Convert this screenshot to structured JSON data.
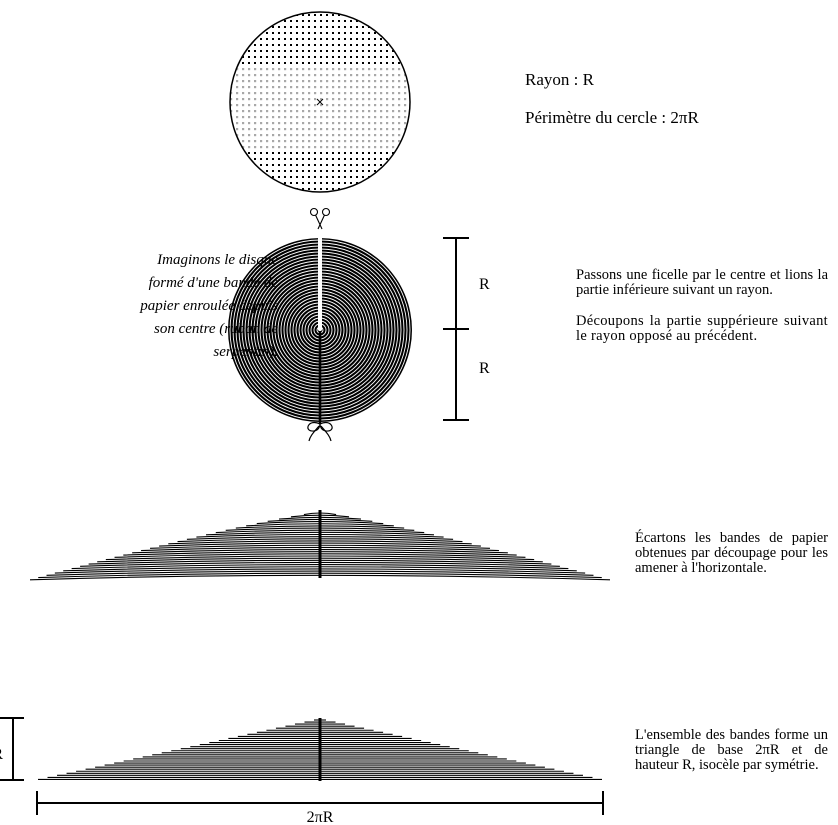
{
  "circle_info": {
    "radius_label": "Rayon : R",
    "perimeter_label": "Périmètre du cercle : 2πR"
  },
  "disk_intro": {
    "text": "Imaginons le disque formé d'une bande de papier enroulée depuis son centre (ruban de serpentin)."
  },
  "disk_dimensions": {
    "upper_label": "R",
    "lower_label": "R"
  },
  "steps": {
    "string": "Passons une ficelle par le centre et lions la partie inférieure suivant un rayon.",
    "cut": "Découpons la partie suppérieure suivant le rayon opposé au précédent.",
    "spread": "Écartons les bandes de papier obtenues par découpage pour les amener à l'horizontale.",
    "triangle": "L'ensemble des bandes forme un triangle de base 2πR et de hauteur R, isocèle par symétrie."
  },
  "triangle_dimensions": {
    "height_label": "R",
    "base_label": "2πR"
  },
  "icons": {
    "scissors": "scissors-icon",
    "knot": "knot-icon",
    "center": "center-cross-icon"
  },
  "colors": {
    "ink": "#000000",
    "dot_fill": "#a8a8a8",
    "paper": "#ffffff"
  }
}
